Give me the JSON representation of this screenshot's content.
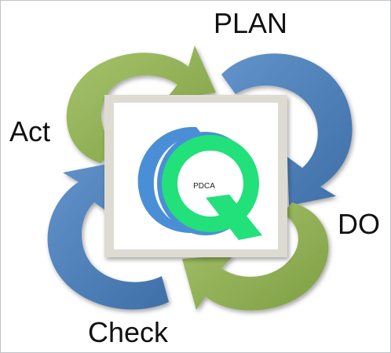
{
  "labels": {
    "plan": "PLAN",
    "do": "DO",
    "check": "Check",
    "act": "Act"
  },
  "center_text": "PDCA",
  "colors": {
    "green_arrow": "#93b357",
    "blue_arrow": "#4f81bd",
    "logo_blue": "#4a8fd6",
    "logo_green": "#22e07a",
    "panel_border": "#d9d6cf",
    "panel_fill": "#ffffff"
  }
}
